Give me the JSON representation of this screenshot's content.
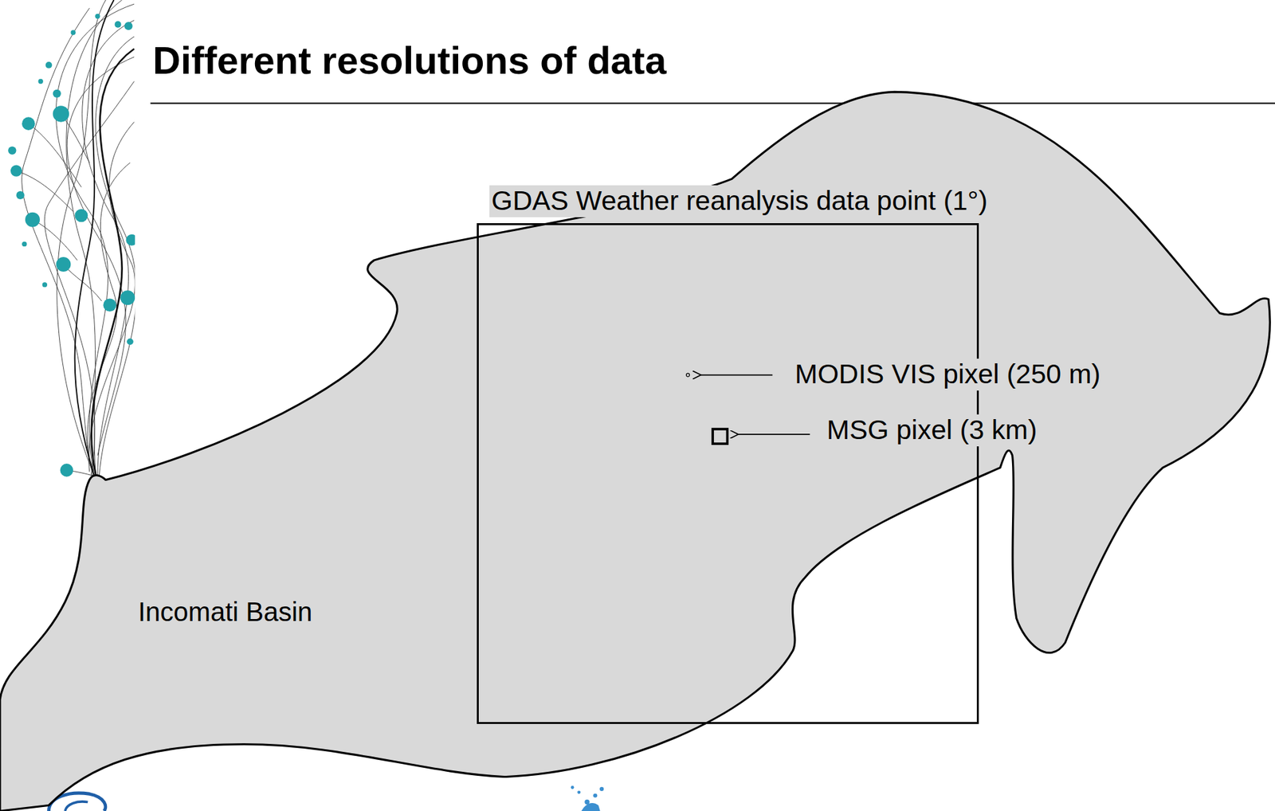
{
  "diagram": {
    "title": "Different resolutions of data",
    "nodes": [
      {
        "text": [
          "Incomati Basin"
        ]
      },
      {
        "text": [
          "GDAS Weather reanalysis data point (1°)"
        ]
      }
    ],
    "labels": [
      "MODIS VIS pixel (250 m)",
      "MSG pixel (3 km)"
    ]
  }
}
